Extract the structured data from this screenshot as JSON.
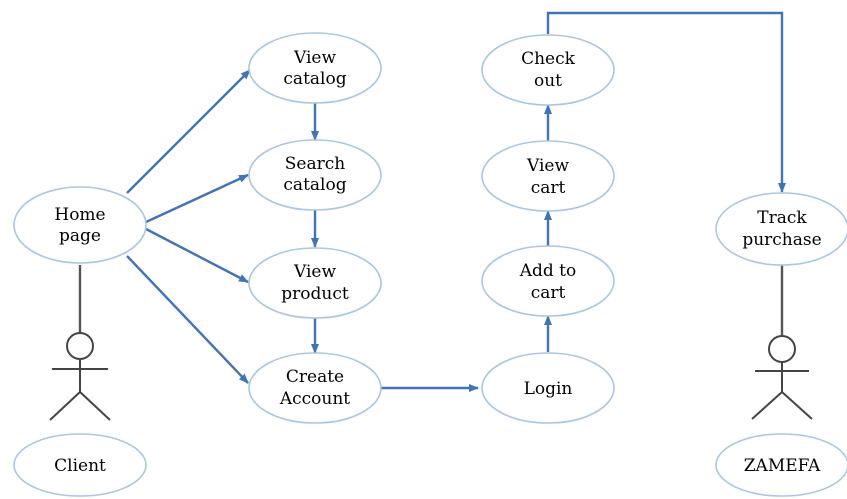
{
  "nodes": {
    "home_page": [
      "Home",
      "page"
    ],
    "view_catalog": [
      "View",
      "catalog"
    ],
    "search_catalog": [
      "Search",
      "catalog"
    ],
    "view_product": [
      "View",
      "product"
    ],
    "create_account": [
      "Create",
      "Account"
    ],
    "login": [
      "Login"
    ],
    "add_to_cart": [
      "Add to",
      "cart"
    ],
    "view_cart": [
      "View",
      "cart"
    ],
    "check_out": [
      "Check",
      "out"
    ],
    "track_purchase": [
      "Track",
      "purchase"
    ],
    "client": [
      "Client"
    ],
    "zamefa": [
      "ZAMEFA"
    ]
  },
  "edges": [
    {
      "from": "home_page",
      "to": "view_catalog"
    },
    {
      "from": "home_page",
      "to": "search_catalog"
    },
    {
      "from": "home_page",
      "to": "view_product"
    },
    {
      "from": "home_page",
      "to": "create_account"
    },
    {
      "from": "view_catalog",
      "to": "search_catalog"
    },
    {
      "from": "search_catalog",
      "to": "view_product"
    },
    {
      "from": "view_product",
      "to": "create_account"
    },
    {
      "from": "create_account",
      "to": "login"
    },
    {
      "from": "login",
      "to": "add_to_cart"
    },
    {
      "from": "add_to_cart",
      "to": "view_cart"
    },
    {
      "from": "view_cart",
      "to": "check_out"
    },
    {
      "from": "check_out",
      "to": "track_purchase"
    }
  ],
  "actors": [
    {
      "name": "client",
      "node": "home_page"
    },
    {
      "name": "zamefa",
      "node": "track_purchase"
    }
  ],
  "colors": {
    "edge": "#3f74b8",
    "node_border": "#a9c6e4",
    "actor": "#444444"
  }
}
